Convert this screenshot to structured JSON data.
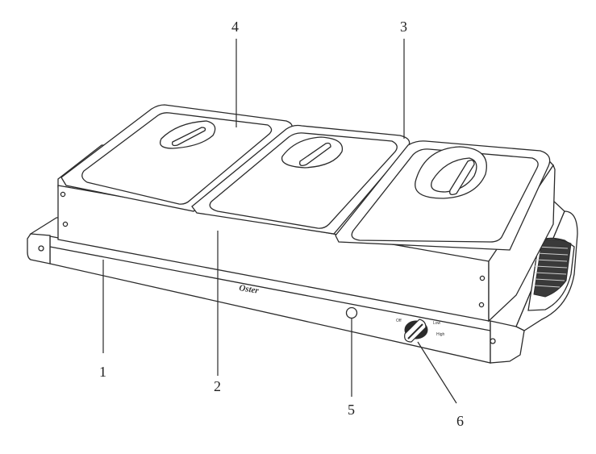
{
  "callouts": [
    {
      "id": "1",
      "label": "1"
    },
    {
      "id": "2",
      "label": "2"
    },
    {
      "id": "3",
      "label": "3"
    },
    {
      "id": "4",
      "label": "4"
    },
    {
      "id": "5",
      "label": "5"
    },
    {
      "id": "6",
      "label": "6"
    }
  ],
  "device": {
    "brand": "Oster",
    "knob_labels": {
      "off": "Off",
      "low": "Low",
      "high": "High"
    }
  }
}
